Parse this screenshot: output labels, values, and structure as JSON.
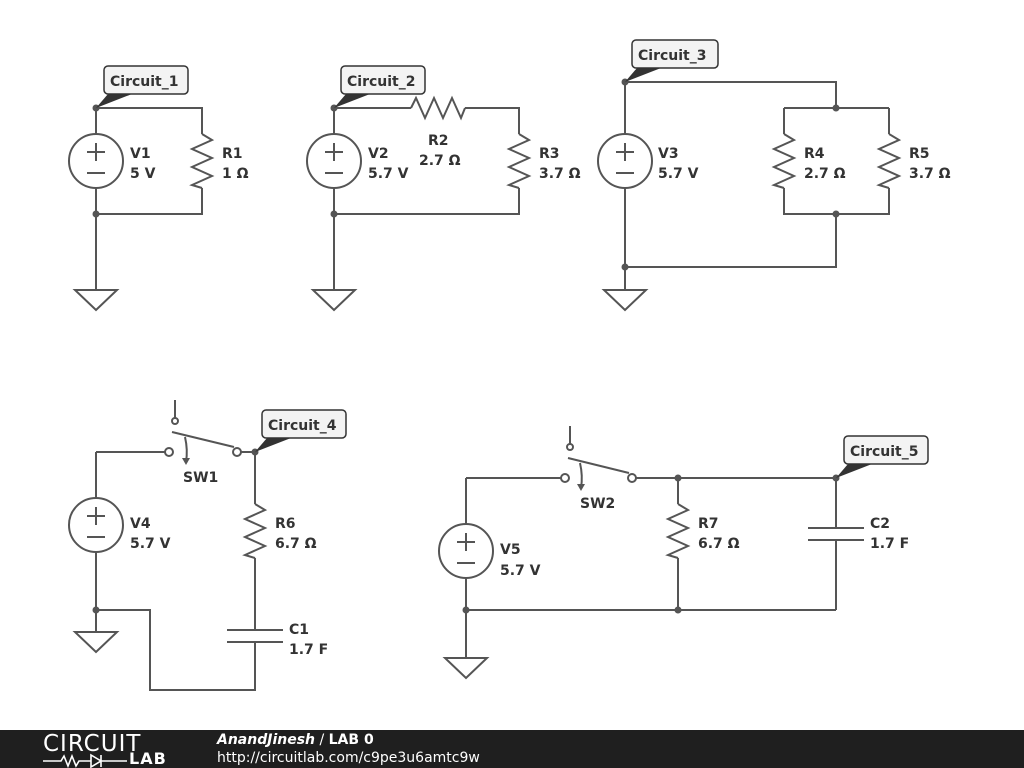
{
  "circuits": [
    {
      "tag": "Circuit_1",
      "parts": [
        {
          "name": "V1",
          "value": "5 V"
        },
        {
          "name": "R1",
          "value": "1 Ω"
        }
      ]
    },
    {
      "tag": "Circuit_2",
      "parts": [
        {
          "name": "V2",
          "value": "5.7 V"
        },
        {
          "name": "R2",
          "value": "2.7 Ω"
        },
        {
          "name": "R3",
          "value": "3.7 Ω"
        }
      ]
    },
    {
      "tag": "Circuit_3",
      "parts": [
        {
          "name": "V3",
          "value": "5.7 V"
        },
        {
          "name": "R4",
          "value": "2.7 Ω"
        },
        {
          "name": "R5",
          "value": "3.7 Ω"
        }
      ]
    },
    {
      "tag": "Circuit_4",
      "parts": [
        {
          "name": "SW1"
        },
        {
          "name": "V4",
          "value": "5.7 V"
        },
        {
          "name": "R6",
          "value": "6.7 Ω"
        },
        {
          "name": "C1",
          "value": "1.7 F"
        }
      ]
    },
    {
      "tag": "Circuit_5",
      "parts": [
        {
          "name": "SW2"
        },
        {
          "name": "V5",
          "value": "5.7 V"
        },
        {
          "name": "R7",
          "value": "6.7 Ω"
        },
        {
          "name": "C2",
          "value": "1.7 F"
        }
      ]
    }
  ],
  "footer": {
    "logo_top": "CIRCUIT",
    "logo_bottom": "LAB",
    "author": "AnandJinesh",
    "separator": " / ",
    "title": "LAB 0",
    "url": "http://circuitlab.com/c9pe3u6amtc9w"
  }
}
